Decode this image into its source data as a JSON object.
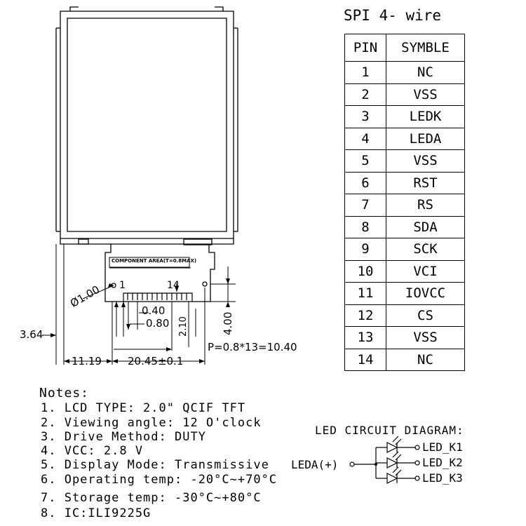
{
  "spi_title": "SPI 4- wire",
  "table": {
    "header": [
      "PIN",
      "SYMBLE"
    ],
    "rows": [
      {
        "pin": "1",
        "symbol": "NC"
      },
      {
        "pin": "2",
        "symbol": "VSS"
      },
      {
        "pin": "3",
        "symbol": "LEDK"
      },
      {
        "pin": "4",
        "symbol": "LEDA"
      },
      {
        "pin": "5",
        "symbol": "VSS"
      },
      {
        "pin": "6",
        "symbol": "RST"
      },
      {
        "pin": "7",
        "symbol": "RS"
      },
      {
        "pin": "8",
        "symbol": "SDA"
      },
      {
        "pin": "9",
        "symbol": "SCK"
      },
      {
        "pin": "10",
        "symbol": "VCI"
      },
      {
        "pin": "11",
        "symbol": "IOVCC"
      },
      {
        "pin": "12",
        "symbol": "CS"
      },
      {
        "pin": "13",
        "symbol": "VSS"
      },
      {
        "pin": "14",
        "symbol": "NC"
      }
    ]
  },
  "drawing": {
    "fpc_label": "COMPONENT AREA(T=0.8MAX)",
    "pad_first": "1",
    "pad_last": "14",
    "dims": {
      "hole": "Ø1.00",
      "pitch_a": "0.40",
      "pitch_b": "0.80",
      "tail": "2.10",
      "height": "4.00",
      "offset": "3.64",
      "left": "11.19",
      "width": "20.45±0.1",
      "pitch_total": "P=0.8*13=10.40"
    }
  },
  "notes": {
    "title": "Notes:",
    "items": [
      "1. LCD TYPE: 2.0\" QCIF TFT",
      "2. Viewing angle: 12 O'clock",
      "3. Drive Method: DUTY",
      "4. VCC: 2.8 V",
      "5. Display Mode: Transmissive",
      "6. Operating temp: -20°C~+70°C",
      "7. Storage temp: -30°C~+80°C",
      "8. IC:ILI9225G"
    ]
  },
  "led": {
    "title": "LED CIRCUIT DIAGRAM:",
    "input": "LEDA(+)",
    "outputs": [
      "LED_K1",
      "LED_K2",
      "LED_K3"
    ]
  }
}
